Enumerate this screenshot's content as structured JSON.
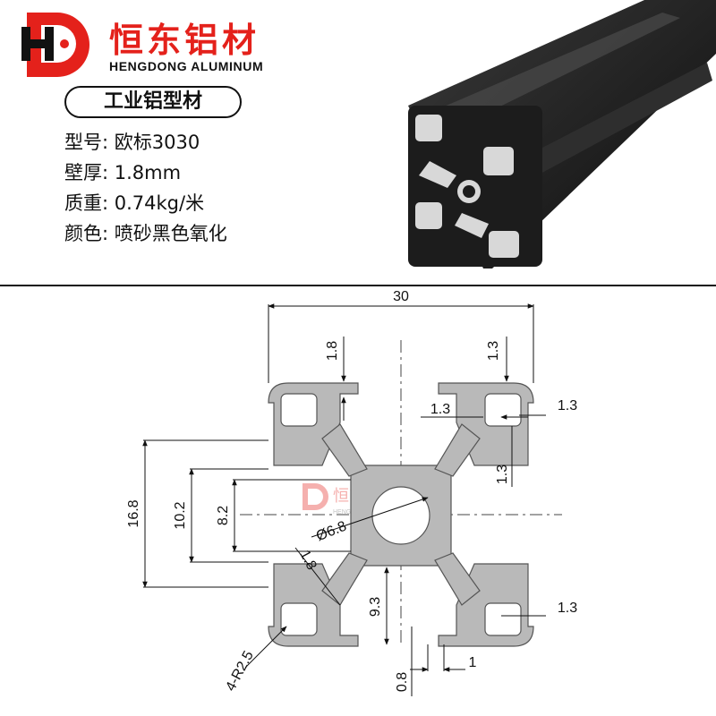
{
  "brand": {
    "logo_letters": "HD",
    "name_cn": "恒东铝材",
    "name_en": "HENGDONG ALUMINUM"
  },
  "product": {
    "title": "工业铝型材",
    "specs": [
      {
        "label": "型号",
        "value": "欧标3030"
      },
      {
        "label": "壁厚",
        "value": "1.8mm"
      },
      {
        "label": "质重",
        "value": "0.74kg/米"
      },
      {
        "label": "颜色",
        "value": "喷砂黑色氧化"
      }
    ]
  },
  "drawing": {
    "dimensions": {
      "overall_width": "30",
      "wall_top": "1.8",
      "lip_top_right": "1.3",
      "slot_lip_horizontal": "1.3",
      "lip_side_right": "1.3",
      "lip_side_vertical": "1.3",
      "height_outer": "16.8",
      "height_mid": "10.2",
      "height_inner": "8.2",
      "center_hole": "Ø6.8",
      "web_thickness": "1.8",
      "center_to_bottom": "9.3",
      "lip_bottom_right": "1.3",
      "corner_radius": "4-R2.5",
      "base_thickness": "0.8",
      "base_width": "1"
    },
    "watermark": {
      "cn": "恒东铝材",
      "en": "HENGDONG ALUMINUM"
    }
  },
  "colors": {
    "brand_red": "#e4211b",
    "profile_fill": "#b9b9b9",
    "profile_black": "#1a1a1a"
  }
}
